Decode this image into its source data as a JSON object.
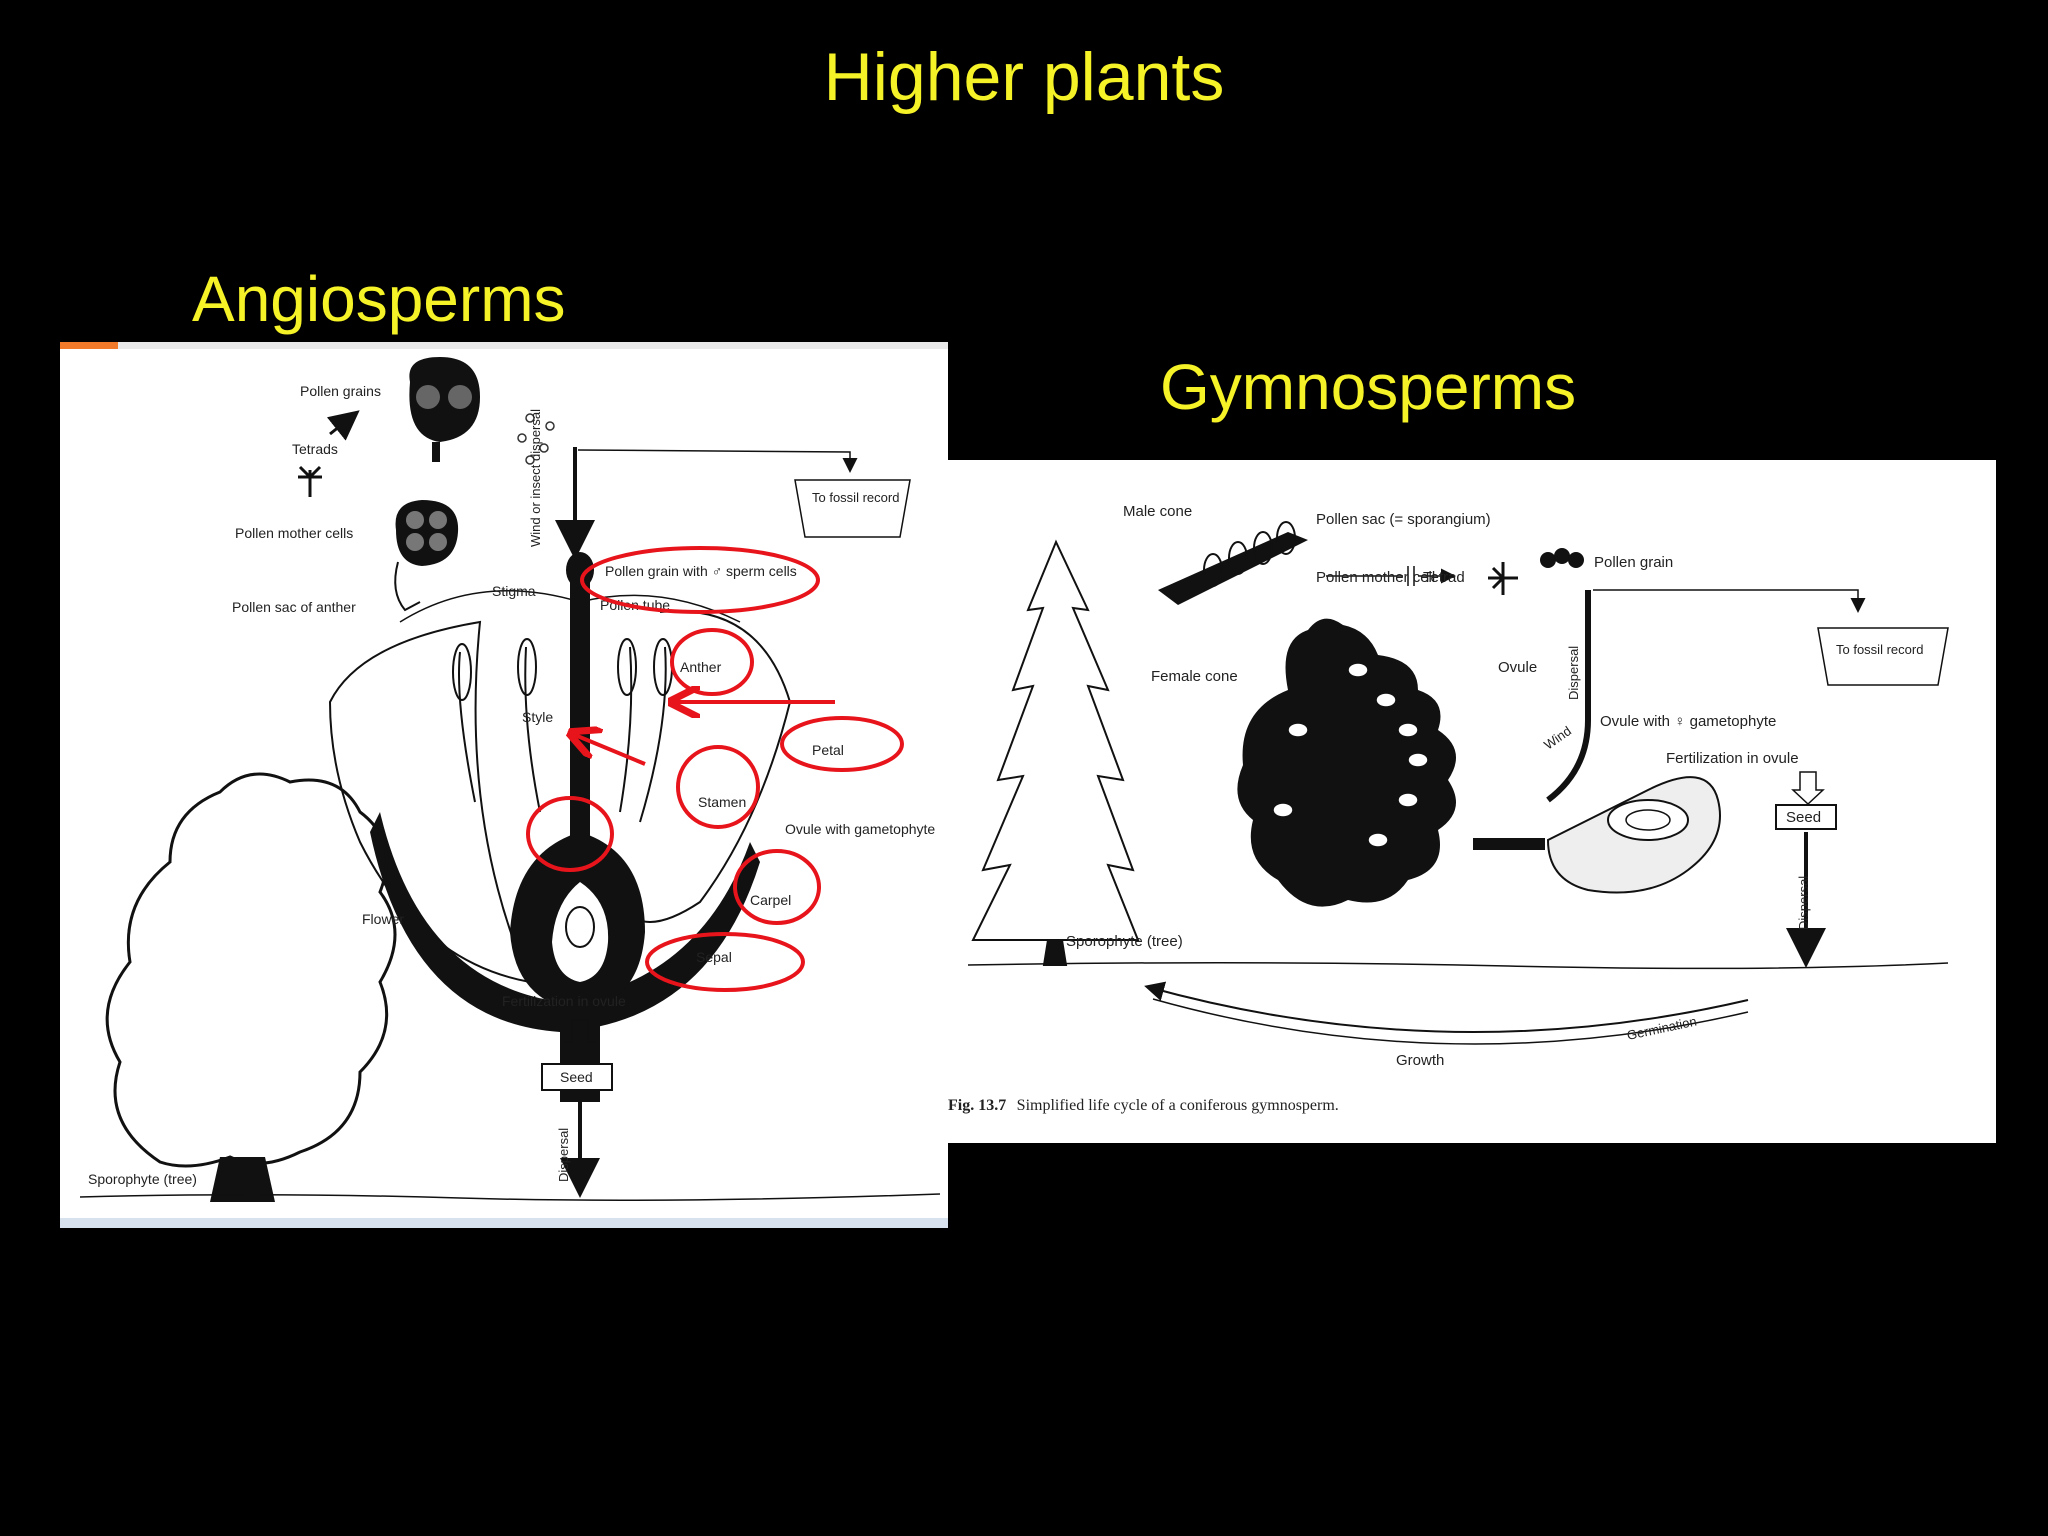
{
  "slide": {
    "title": "Higher plants",
    "left_heading": "Angiosperms",
    "right_heading": "Gymnosperms"
  },
  "angiosperm_diagram": {
    "labels": {
      "pollen_grains": "Pollen grains",
      "tetrads": "Tetrads",
      "pollen_mother_cells": "Pollen mother cells",
      "pollen_sac": "Pollen sac of anther",
      "wind_dispersal": "Wind or insect dispersal",
      "to_fossil": "To fossil record",
      "stigma": "Stigma",
      "pollen_grain_sperm": "Pollen grain with ♂ sperm cells",
      "pollen_tube": "Pollen tube",
      "anther": "Anther",
      "style": "Style",
      "petal": "Petal",
      "stamen": "Stamen",
      "ovule": "Ovule with gametophyte",
      "carpel": "Carpel",
      "flower": "Flower",
      "sepal": "Sepal",
      "fertilization": "Fertilization in ovule",
      "seed": "Seed",
      "dispersal": "Dispersal",
      "sporophyte": "Sporophyte (tree)"
    },
    "annotation_color": "#e8141b"
  },
  "gymnosperm_diagram": {
    "labels": {
      "male_cone": "Male cone",
      "pollen_sac": "Pollen sac (= sporangium)",
      "pollen_mother_cell": "Pollen mother cell",
      "tetrad": "Tetrad",
      "pollen_grain": "Pollen grain",
      "to_fossil": "To fossil record",
      "female_cone": "Female cone",
      "ovule": "Ovule",
      "dispersal_top": "Dispersal",
      "wind": "Wind",
      "ovule_gametophyte": "Ovule with ♀ gametophyte",
      "fertilization": "Fertilization in ovule",
      "seed": "Seed",
      "dispersal_bottom": "Dispersal",
      "sporophyte": "Sporophyte (tree)",
      "growth": "Growth",
      "germination": "Germination"
    },
    "caption": {
      "number": "Fig. 13.7",
      "text": "Simplified life cycle of a coniferous gymnosperm."
    }
  },
  "colors": {
    "background": "#000000",
    "heading": "#f5f227",
    "figure_bg": "#ffffff"
  }
}
